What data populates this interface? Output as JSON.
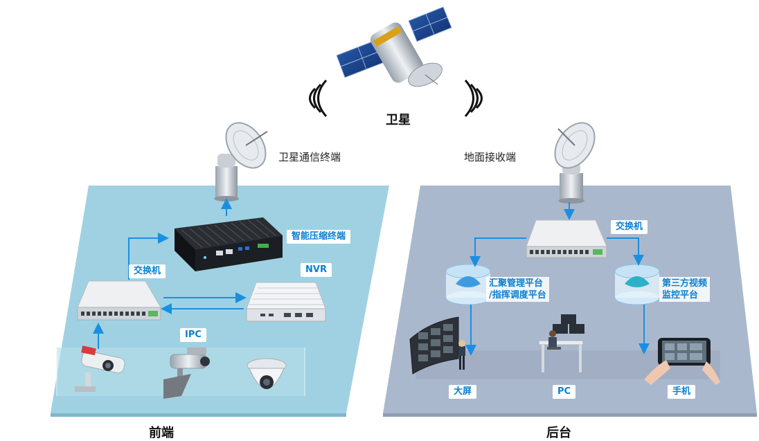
{
  "satellite": {
    "label": "卫星"
  },
  "front": {
    "title": "前端",
    "sat_terminal": "卫星通信终端",
    "compress_terminal": "智能压缩终端",
    "switch": "交换机",
    "nvr": "NVR",
    "ipc": "IPC"
  },
  "back": {
    "title": "后台",
    "ground_receiver": "地面接收端",
    "switch": "交换机",
    "platform_line1": "汇聚管理平台",
    "platform_line2": "/指挥调度平台",
    "third_line1": "第三方视频",
    "third_line2": "监控平台",
    "big_screen": "大屏",
    "pc": "PC",
    "phone": "手机"
  },
  "colors": {
    "front_panel": "#9fd1e2",
    "back_panel": "#aab8cd",
    "arrow": "#1a8fe0",
    "tag_text": "#0a7fd0"
  }
}
